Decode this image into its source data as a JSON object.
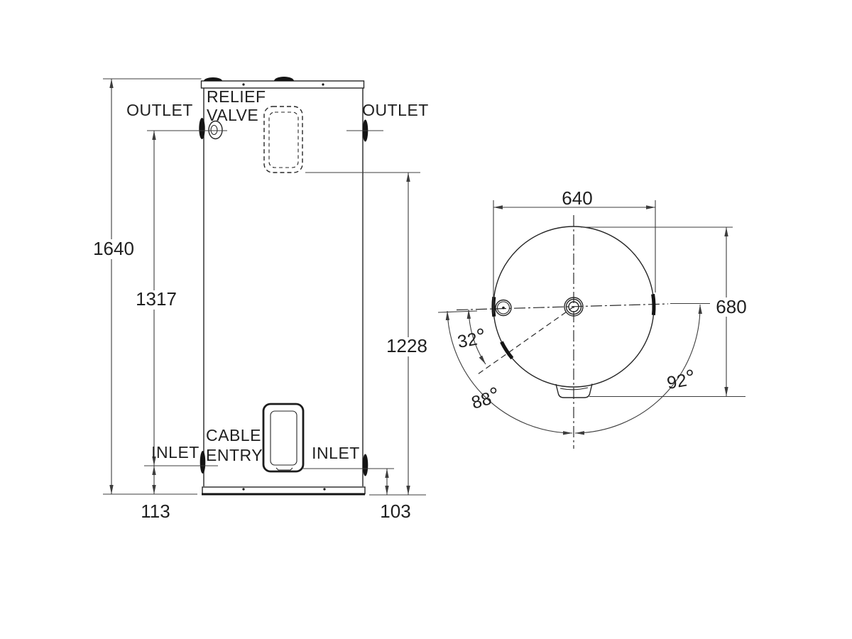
{
  "front_view": {
    "outlet_left": "OUTLET",
    "outlet_right": "OUTLET",
    "relief_valve_line1": "RELIEF",
    "relief_valve_line2": "VALVE",
    "cable_entry_line1": "CABLE",
    "cable_entry_line2": "ENTRY",
    "inlet_left": "INLET",
    "inlet_right": "INLET",
    "dims": {
      "overall_height": "1640",
      "outlet_height": "1317",
      "relief_panel_height": "1228",
      "inlet_left_height": "113",
      "inlet_right_height": "103"
    }
  },
  "plan_view": {
    "dims": {
      "width": "640",
      "depth": "680"
    },
    "angles": {
      "inlet_offset": "32",
      "bottom_left": "88",
      "bottom_right": "92"
    },
    "degree_symbol": "°"
  },
  "colors": {
    "background": "#ffffff",
    "dimension_line": "#3d3d3d",
    "outline": "#262626",
    "text": "#1f1f1f"
  }
}
